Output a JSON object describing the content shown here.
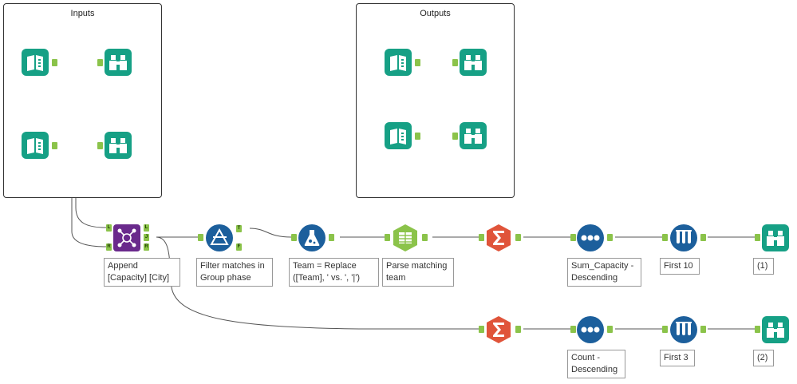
{
  "containers": {
    "inputs": {
      "title": "Inputs"
    },
    "outputs": {
      "title": "Outputs"
    }
  },
  "tools": {
    "append_label": "Append\n[Capacity] [City]",
    "filter_label": "Filter matches in\nGroup phase",
    "formula_label": "Team = Replace\n([Team], ' vs. ', '|')",
    "parse_label": "Parse matching\nteam",
    "sort1_label": "Sum_Capacity -\nDescending",
    "sample1_label": "First 10",
    "browse1_label": "(1)",
    "sort2_label": "Count -\nDescending",
    "sample2_label": "First 3",
    "browse2_label": "(2)"
  },
  "anchor_letters": {
    "left": "L",
    "join": "J",
    "right": "R",
    "true": "T",
    "false": "F"
  },
  "colors": {
    "input": "#16a085",
    "browse": "#16a085",
    "join": "#6a2a8c",
    "filter": "#1c5f9c",
    "formula": "#1c5f9c",
    "parse": "#8bc34a",
    "summarize": "#e0543a",
    "sort": "#1c5f9c",
    "sample": "#1c5f9c",
    "anchor": "#8bc34a"
  },
  "icons": {
    "input": "book-icon",
    "browse": "binoculars-icon",
    "join": "network-icon",
    "filter": "triangle-icon",
    "formula": "flask-icon",
    "parse": "list-icon",
    "summarize": "sigma-icon",
    "sort": "dots-icon",
    "sample": "test-tubes-icon"
  }
}
